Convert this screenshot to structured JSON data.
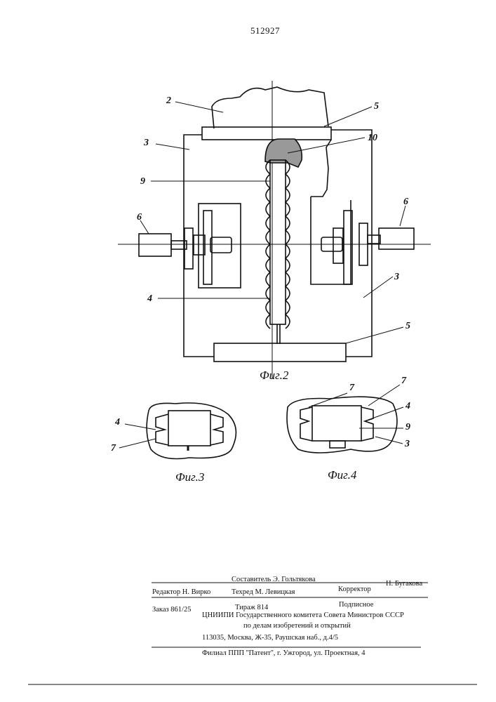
{
  "document": {
    "page_number": "512927"
  },
  "figures": {
    "fig2": {
      "caption": "Фиг.2",
      "labels": {
        "l2": "2",
        "l3a": "3",
        "l3b": "3",
        "l4": "4",
        "l5a": "5",
        "l5b": "5",
        "l6a": "6",
        "l6b": "6",
        "l9": "9",
        "l10": "10"
      }
    },
    "fig3": {
      "caption": "Фиг.3",
      "labels": {
        "l4": "4",
        "l7": "7"
      }
    },
    "fig4": {
      "caption": "Фиг.4",
      "labels": {
        "l7a": "7",
        "l7b": "7",
        "l4": "4",
        "l9": "9",
        "l3": "3"
      }
    }
  },
  "imprint": {
    "compiler": "Составитель Э. Гольтякова",
    "editor": "Редактор Н. Вирко",
    "techred": "Техред  М. Левицкая",
    "corrector_label": "Корректор",
    "corrector_name": "Н. Бугакова",
    "order": "Заказ   861/25",
    "circulation": "Тираж 814",
    "subscription": "Подписное",
    "org_line1": "ЦНИИПИ Государственного комитета Совета Министров СССР",
    "org_line2": "по делам изобретений и открытий",
    "address": "113035, Москва, Ж-35, Раушская наб., д.4/5",
    "branch": "Филиал ППП ''Патент'', г. Ужгород, ул. Проектная, 4"
  }
}
